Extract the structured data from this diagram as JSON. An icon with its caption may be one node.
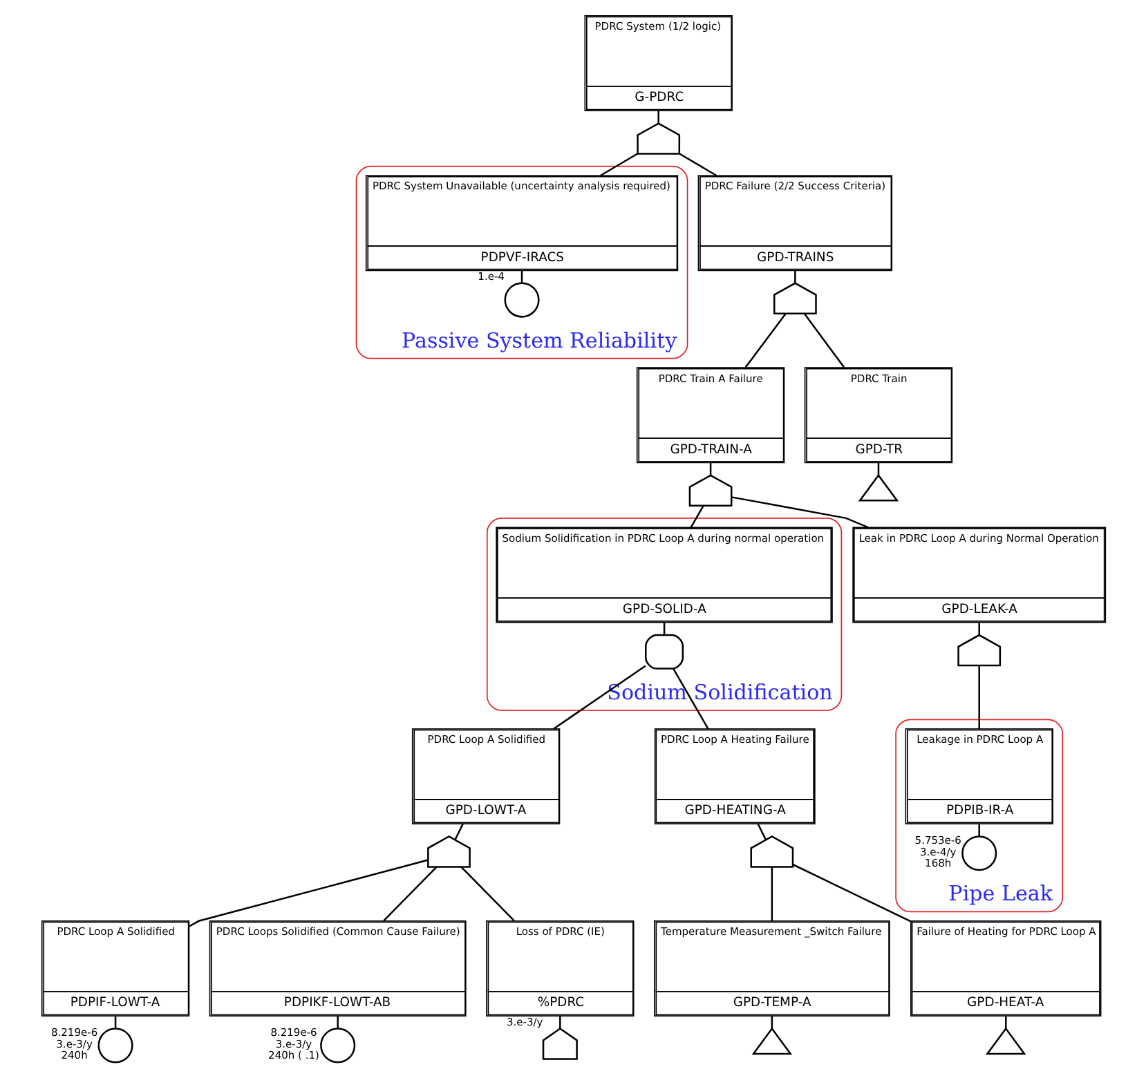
{
  "diagram": {
    "nodes": [
      {
        "text": [
          "PDRC System (1/2 logic)",
          "G-PDRC"
        ]
      },
      {
        "text": [],
        "shape": "or-gate"
      },
      {
        "text": [
          "PDRC Failure (2/2 Success Criteria)",
          "GPD-TRAINS"
        ]
      },
      {
        "text": [
          "Passive System Reliability"
        ]
      },
      {
        "text": [
          "PDRC System Unavailable (uncertainty analysis required)",
          "PDPVF-IRACS"
        ],
        "in": 3
      },
      {
        "text": [],
        "shape": "circle",
        "in": 3,
        "beside": [
          "1.e-4"
        ]
      },
      {
        "text": [],
        "shape": "or-gate"
      },
      {
        "text": [
          "PDRC Train A Failure",
          "GPD-TRAIN-A"
        ]
      },
      {
        "text": [
          "PDRC Train",
          "GPD-TR"
        ]
      },
      {
        "text": [],
        "shape": "triangle"
      },
      {
        "text": [],
        "shape": "or-gate"
      },
      {
        "text": [
          "Sodium Solidification"
        ]
      },
      {
        "text": [
          "Sodium Solidification in PDRC Loop A during normal operation",
          "GPD-SOLID-A"
        ],
        "in": 11
      },
      {
        "text": [],
        "shape": "and-gate",
        "in": 11
      },
      {
        "text": [
          "Leak in PDRC Loop A during Normal Operation",
          "GPD-LEAK-A"
        ]
      },
      {
        "text": [],
        "shape": "or-gate"
      },
      {
        "text": [
          "Pipe Leak"
        ]
      },
      {
        "text": [
          "Leakage in PDRC Loop A",
          "PDPIB-IR-A"
        ],
        "in": 16
      },
      {
        "text": [],
        "shape": "circle",
        "in": 16,
        "beside": [
          "5.753e-6",
          "3.e-4/y",
          "168h"
        ]
      },
      {
        "text": [
          "PDRC Loop A Solidified",
          "GPD-LOWT-A"
        ]
      },
      {
        "text": [],
        "shape": "or-gate"
      },
      {
        "text": [
          "PDRC Loop A Heating Failure",
          "GPD-HEATING-A"
        ]
      },
      {
        "text": [],
        "shape": "or-gate"
      },
      {
        "text": [
          "PDRC Loop A Solidified",
          "PDPIF-LOWT-A"
        ]
      },
      {
        "text": [],
        "shape": "circle",
        "beside": [
          "8.219e-6",
          "3.e-3/y",
          "240h"
        ]
      },
      {
        "text": [
          "PDRC Loops Solidified (Common Cause Failure)",
          "PDPIKF-LOWT-AB"
        ]
      },
      {
        "text": [],
        "shape": "circle",
        "beside": [
          "8.219e-6",
          "3.e-3/y",
          "240h ( .1)"
        ]
      },
      {
        "text": [
          "Loss of PDRC (IE)",
          "%PDRC"
        ]
      },
      {
        "text": [],
        "shape": "house",
        "beside": [
          "3.e-3/y"
        ]
      },
      {
        "text": [
          "Temperature Measurement _Switch Failure",
          "GPD-TEMP-A"
        ]
      },
      {
        "text": [],
        "shape": "triangle"
      },
      {
        "text": [
          "Failure of Heating for PDRC Loop A",
          "GPD-HEAT-A"
        ]
      },
      {
        "text": [],
        "shape": "triangle"
      }
    ],
    "edges": [
      {
        "from": 0,
        "to": 1,
        "arrow": "none"
      },
      {
        "from": 1,
        "to": 2,
        "arrow": "none"
      },
      {
        "from": 1,
        "to": 4,
        "arrow": "none"
      },
      {
        "from": 4,
        "to": 5,
        "arrow": "none"
      },
      {
        "from": 2,
        "to": 6,
        "arrow": "none"
      },
      {
        "from": 6,
        "to": 7,
        "arrow": "none"
      },
      {
        "from": 6,
        "to": 8,
        "arrow": "none"
      },
      {
        "from": 8,
        "to": 9,
        "arrow": "none"
      },
      {
        "from": 7,
        "to": 10,
        "arrow": "none"
      },
      {
        "from": 10,
        "to": 12,
        "arrow": "none"
      },
      {
        "from": 10,
        "to": 14,
        "arrow": "none"
      },
      {
        "from": 12,
        "to": 13,
        "arrow": "none"
      },
      {
        "from": 13,
        "to": 19,
        "arrow": "none"
      },
      {
        "from": 13,
        "to": 21,
        "arrow": "none"
      },
      {
        "from": 14,
        "to": 15,
        "arrow": "none"
      },
      {
        "from": 15,
        "to": 17,
        "arrow": "none"
      },
      {
        "from": 17,
        "to": 18,
        "arrow": "none"
      },
      {
        "from": 19,
        "to": 20,
        "arrow": "none"
      },
      {
        "from": 20,
        "to": 23,
        "arrow": "none"
      },
      {
        "from": 20,
        "to": 25,
        "arrow": "none"
      },
      {
        "from": 20,
        "to": 27,
        "arrow": "none"
      },
      {
        "from": 23,
        "to": 24,
        "arrow": "none"
      },
      {
        "from": 25,
        "to": 26,
        "arrow": "none"
      },
      {
        "from": 27,
        "to": 28,
        "arrow": "none"
      },
      {
        "from": 21,
        "to": 22,
        "arrow": "none"
      },
      {
        "from": 22,
        "to": 29,
        "arrow": "none"
      },
      {
        "from": 22,
        "to": 31,
        "arrow": "none"
      },
      {
        "from": 29,
        "to": 30,
        "arrow": "none"
      },
      {
        "from": 31,
        "to": 32,
        "arrow": "none"
      }
    ]
  }
}
